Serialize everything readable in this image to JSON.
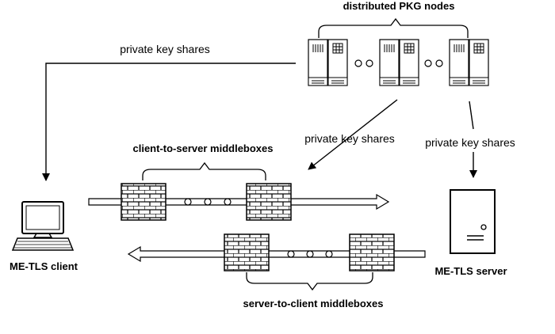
{
  "title": "distributed PKG nodes",
  "labels": {
    "key_shares_client": "private key shares",
    "key_shares_middlebox": "private key shares",
    "key_shares_server": "private key shares",
    "c2s_group": "client-to-server middleboxes",
    "s2c_group": "server-to-client middleboxes",
    "client": "ME-TLS client",
    "server": "ME-TLS server"
  },
  "icons": {
    "pkg_node": "server-rack-icon",
    "middlebox": "firewall-brick-icon",
    "client": "desktop-computer-icon",
    "server": "tower-server-icon"
  }
}
